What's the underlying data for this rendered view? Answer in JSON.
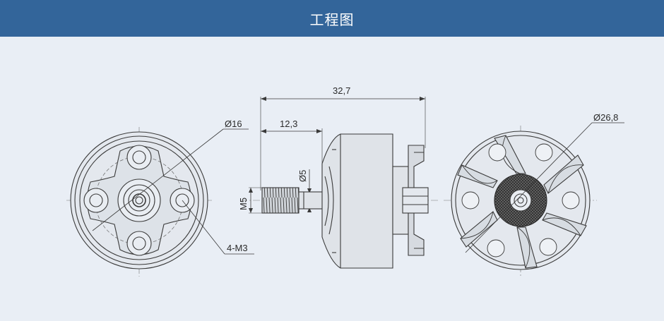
{
  "header": {
    "title": "工程图"
  },
  "dimensions": {
    "front_diameter": "Ø16",
    "mount_holes": "4-M3",
    "overall_length": "32,7",
    "shaft_length": "12,3",
    "shaft_diameter": "Ø5",
    "thread": "M5",
    "bell_diameter": "Ø26,8"
  },
  "colors": {
    "header_bg": "#33659a",
    "page_bg": "#e9eef5",
    "line": "#3a3a3a",
    "fill": "#d9dde3"
  }
}
